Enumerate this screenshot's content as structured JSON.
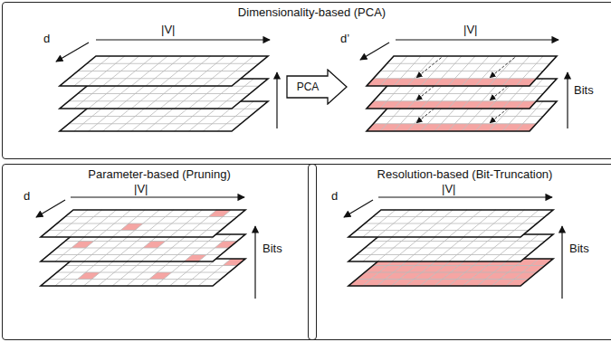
{
  "diagram": {
    "nodes": [
      {
        "text": [
          "Dimensionality-based (PCA)"
        ]
      },
      {
        "text": [
          "PCA"
        ],
        "in": 0
      },
      {
        "text": [
          "Parameter-based (Pruning)"
        ]
      },
      {
        "text": [
          "Resolution-based (Bit-Truncation)"
        ]
      }
    ],
    "labels": [
      "d",
      "|V|",
      "d’",
      "|V|",
      "Bits",
      "d",
      "|V|",
      "Bits",
      "d",
      "|V|",
      "Bits"
    ]
  }
}
